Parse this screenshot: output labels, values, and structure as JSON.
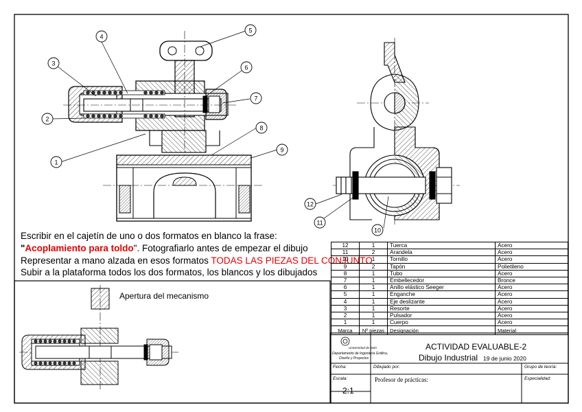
{
  "instructions": {
    "line1": "Escribir en el cajetín de uno o dos formatos en blanco la frase:",
    "line2_quote_open": "\"",
    "line2_bold": "Acoplamiento para toldo",
    "line2_rest": "\". Fotografiarlo antes de empezar el dibujo",
    "line3_plain": "Representar a mano alzada en esos formatos ",
    "line3_red": "TODAS LAS PIEZAS DEL CONJUNTO",
    "line4": "Subir a la plataforma todos los dos formatos, los blancos y los dibujados"
  },
  "detail_title": "Apertura del mecanismo",
  "balloons": [
    "1",
    "2",
    "3",
    "4",
    "5",
    "6",
    "7",
    "8",
    "9",
    "10",
    "11",
    "12"
  ],
  "parts_list": {
    "headers": {
      "mark": "Marca",
      "qty": "Nº piezas",
      "name": "Designación",
      "material": "Material"
    },
    "rows": [
      {
        "mark": "12",
        "qty": "1",
        "name": "Tuerca",
        "material": "Acero"
      },
      {
        "mark": "11",
        "qty": "2",
        "name": "Arandela",
        "material": "Acero"
      },
      {
        "mark": "10",
        "qty": "1",
        "name": "Tornillo",
        "material": "Acero"
      },
      {
        "mark": "9",
        "qty": "2",
        "name": "Tapón",
        "material": "Polietileno"
      },
      {
        "mark": "8",
        "qty": "1",
        "name": "Tubo",
        "material": "Acero"
      },
      {
        "mark": "7",
        "qty": "1",
        "name": "Embellecedor",
        "material": "Bronce"
      },
      {
        "mark": "6",
        "qty": "1",
        "name": "Anillo elástico Seeger",
        "material": "Acero"
      },
      {
        "mark": "5",
        "qty": "1",
        "name": "Enganche",
        "material": "Acero"
      },
      {
        "mark": "4",
        "qty": "1",
        "name": "Eje deslizante",
        "material": "Acero"
      },
      {
        "mark": "3",
        "qty": "1",
        "name": "Resorte",
        "material": "Acero"
      },
      {
        "mark": "2",
        "qty": "1",
        "name": "Pulsador",
        "material": "Acero"
      },
      {
        "mark": "1",
        "qty": "1",
        "name": "Cuerpo",
        "material": "Acero"
      }
    ]
  },
  "title_block": {
    "university": "Universidad de Jaén",
    "department_line1": "Departamento de Ingeniería Gráfica,",
    "department_line2": "Diseño y Proyectos",
    "activity": "ACTIVIDAD EVALUABLE-2",
    "subject": "Dibujo Industrial",
    "date": "19 de junio 2020",
    "fecha_label": "Fecha:",
    "dibujado_label": "Dibujado por:",
    "grupo_label": "Grupo de teoría:",
    "escala_label": "Escala:",
    "escala_value": "2:1",
    "profesor_label": "Profesor de prácticas:",
    "especialidad_label": "Especialidad:"
  }
}
